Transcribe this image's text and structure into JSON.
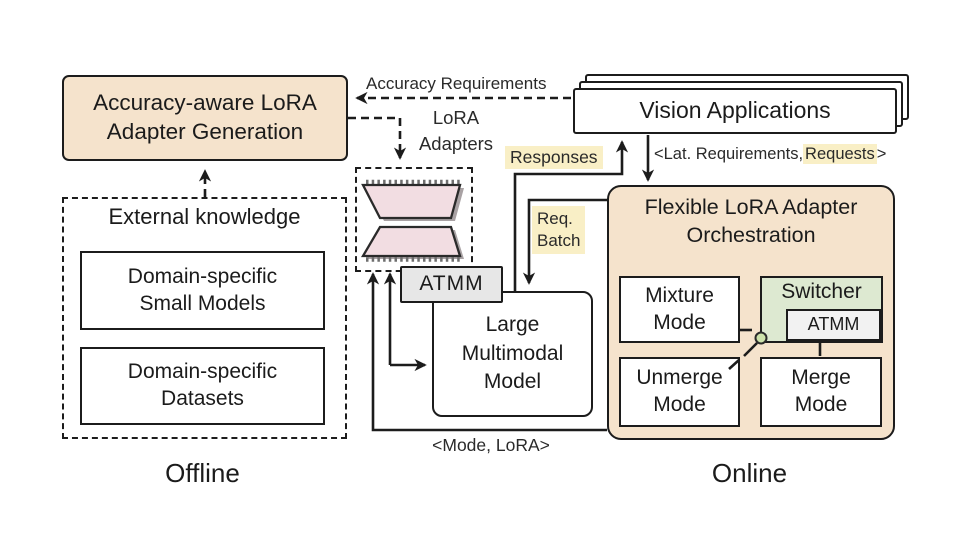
{
  "labels": {
    "offline": "Offline",
    "online": "Online",
    "accuracy_requirements": "Accuracy Requirements",
    "lora_adapters": "LoRA\nAdapters",
    "responses": "Responses",
    "req_batch": "Req.\nBatch",
    "lat_requirements_prefix": "<Lat. Requirements,",
    "requests_highlight": "Requests",
    "lat_requirements_suffix": ">",
    "mode_lora": "<Mode, LoRA>"
  },
  "offline_section": {
    "generation_box": "Accuracy-aware LoRA\nAdapter Generation",
    "external_knowledge_title": "External knowledge",
    "small_models_box": "Domain-specific\nSmall Models",
    "datasets_box": "Domain-specific\nDatasets"
  },
  "pipeline": {
    "atmm_box": "ATMM",
    "lmm_box": "Large\nMultimodal\nModel",
    "vision_applications": "Vision Applications"
  },
  "orchestration": {
    "title": "Flexible LoRA Adapter\nOrchestration",
    "mixture_mode": "Mixture\nMode",
    "switcher": "Switcher",
    "switcher_atmm": "ATMM",
    "unmerge_mode": "Unmerge\nMode",
    "merge_mode": "Merge\nMode"
  },
  "colors": {
    "box_tan": "#f5e3cc",
    "switcher_green": "#dde9d1",
    "adapter_pink": "#f2dde2",
    "highlight_yellow": "#f9efc6",
    "atmm_gray": "#e7e7e7",
    "line_black": "#1c1c1c"
  }
}
